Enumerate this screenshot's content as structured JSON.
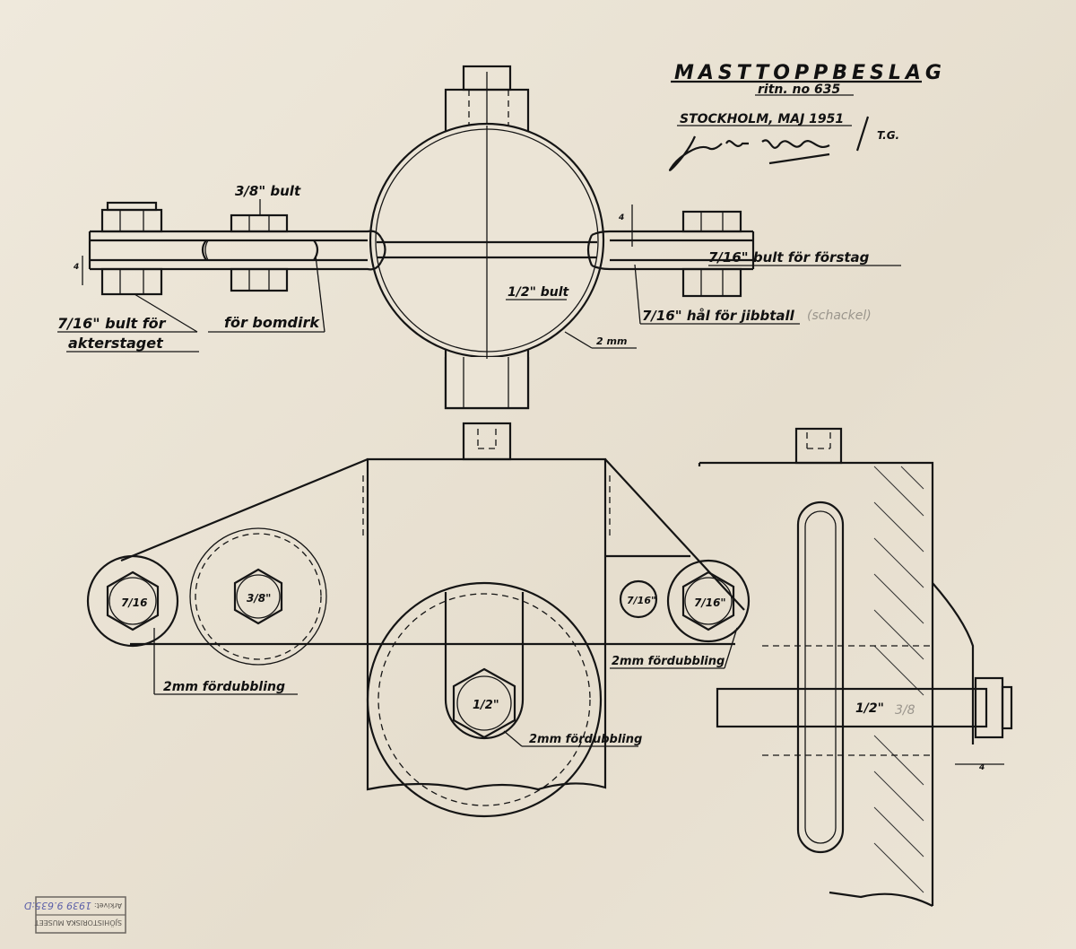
{
  "title_block": {
    "title": "MASTTOPPBESLAG",
    "drawing_no": "ritn. no 635",
    "place_date": "STOCKHOLM, MAJ 1951",
    "initials": "T.G.",
    "signature": "Jan M-Tusen"
  },
  "top_view": {
    "bolt_3_8": "3/8\" bult",
    "bolt_forestay": "7/16\" bult för förstag",
    "bolt_backstay_1": "7/16\" bult för",
    "bolt_backstay_2": "akterstaget",
    "boom_tackle": "för bomdirk",
    "center_bolt": "1/2\" bult",
    "jib_hole": "7/16\" hål för jibbtall",
    "shackle_note": "(schackel)",
    "thickness": "2 mm",
    "dim_a": "4",
    "dim_b": "4"
  },
  "front_view": {
    "nut_left": "7/16",
    "nut_3_8": "3/8\"",
    "nut_center": "1/2\"",
    "hole_right": "7/16\"",
    "nut_right": "7/16\"",
    "doubling_left": "2mm fördubbling",
    "doubling_right": "2mm fördubbling",
    "doubling_center": "2mm fördubbling"
  },
  "side_view": {
    "bolt": "1/2\"",
    "bolt_pencil": "3/8",
    "dim": "4"
  },
  "stamp": {
    "museum": "SJÖHISTORISKA MUSEET",
    "archive_label": "Arkivet:",
    "archive_no": "1939 9.635:D"
  }
}
